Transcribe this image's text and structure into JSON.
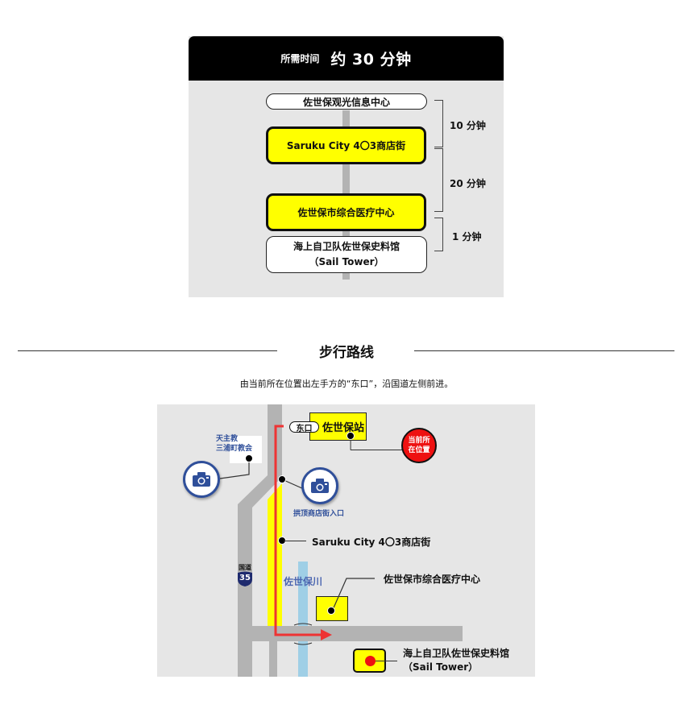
{
  "panel": {
    "header_label": "所需时间",
    "header_value": "约 30 分钟",
    "stops": [
      {
        "name": "佐世保观光信息中心"
      },
      {
        "name": "Saruku City 4〇3商店街"
      },
      {
        "name": "佐世保市综合医疗中心"
      },
      {
        "name_line1": "海上自卫队佐世保史料馆",
        "name_line2": "（Sail Tower）"
      }
    ],
    "durations": [
      "10 分钟",
      "20 分钟",
      "1 分钟"
    ]
  },
  "section": {
    "title": "步行路线",
    "description": "由当前所在位置出左手方的“东口”，沿国道左侧前进。"
  },
  "map": {
    "station_exit": "东口",
    "station_name": "佐世保站",
    "current_location_line1": "当前所",
    "current_location_line2": "在位置",
    "church_line1": "天主教",
    "church_line2": "三浦町教会",
    "arcade_entrance": "拱顶商店街入口",
    "shopping_street": "Saruku City 4〇3商店街",
    "route_label": "国道",
    "route_number": "35",
    "river": "佐世保川",
    "medical_center": "佐世保市综合医疗中心",
    "museum_line1": "海上自卫队佐世保史料馆",
    "museum_line2": "（Sail Tower）",
    "colors": {
      "road": "#b3b3b3",
      "river": "#9fcfe6",
      "route": "#ee3333",
      "highlight": "#ffff00",
      "icon_blue": "#2f4f9a",
      "background": "#e6e6e6"
    }
  }
}
